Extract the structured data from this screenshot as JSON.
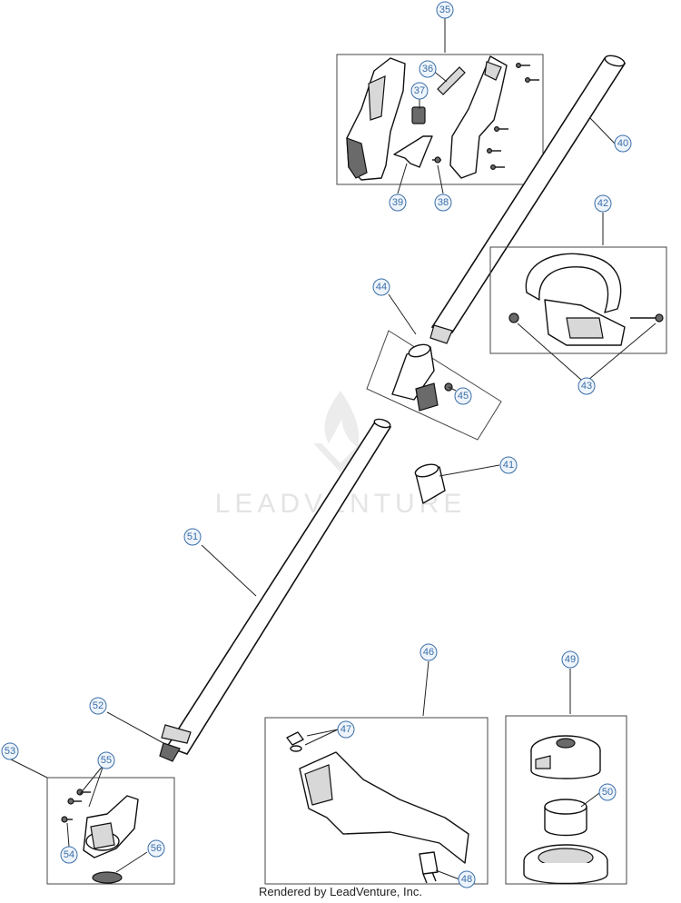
{
  "watermark": {
    "brand": "LEADVENTURE"
  },
  "footer": {
    "credit": "Rendered by LeadVenture, Inc."
  },
  "callouts": [
    {
      "id": "c35",
      "label": "35"
    },
    {
      "id": "c36",
      "label": "36"
    },
    {
      "id": "c37",
      "label": "37"
    },
    {
      "id": "c38",
      "label": "38"
    },
    {
      "id": "c39",
      "label": "39"
    },
    {
      "id": "c40",
      "label": "40"
    },
    {
      "id": "c41",
      "label": "41"
    },
    {
      "id": "c42",
      "label": "42"
    },
    {
      "id": "c43",
      "label": "43"
    },
    {
      "id": "c44",
      "label": "44"
    },
    {
      "id": "c45",
      "label": "45"
    },
    {
      "id": "c46",
      "label": "46"
    },
    {
      "id": "c47",
      "label": "47"
    },
    {
      "id": "c48",
      "label": "48"
    },
    {
      "id": "c49",
      "label": "49"
    },
    {
      "id": "c50",
      "label": "50"
    },
    {
      "id": "c51",
      "label": "51"
    },
    {
      "id": "c52",
      "label": "52"
    },
    {
      "id": "c53",
      "label": "53"
    },
    {
      "id": "c54",
      "label": "54"
    },
    {
      "id": "c55",
      "label": "55"
    },
    {
      "id": "c56",
      "label": "56"
    }
  ]
}
